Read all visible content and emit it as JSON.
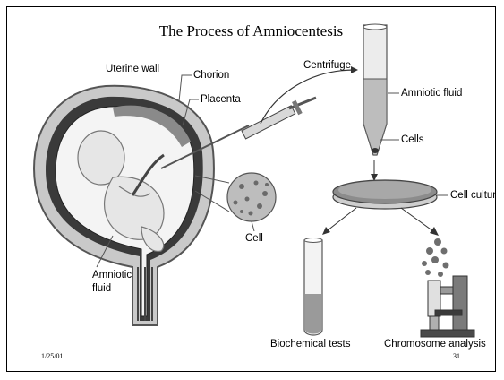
{
  "slide": {
    "title": "The Process of Amniocentesis",
    "date": "1/25/01",
    "page_number": "31"
  },
  "labels": {
    "uterine_wall": "Uterine wall",
    "chorion": "Chorion",
    "placenta": "Placenta",
    "centrifuge": "Centrifuge",
    "amniotic_fluid_tube": "Amniotic fluid",
    "cells": "Cells",
    "cell_culture": "Cell culture",
    "cell": "Cell",
    "amniotic_fluid_line1": "Amniotic",
    "amniotic_fluid_line2": "fluid",
    "biochemical_tests": "Biochemical tests",
    "chromosome_analysis": "Chromosome analysis"
  }
}
